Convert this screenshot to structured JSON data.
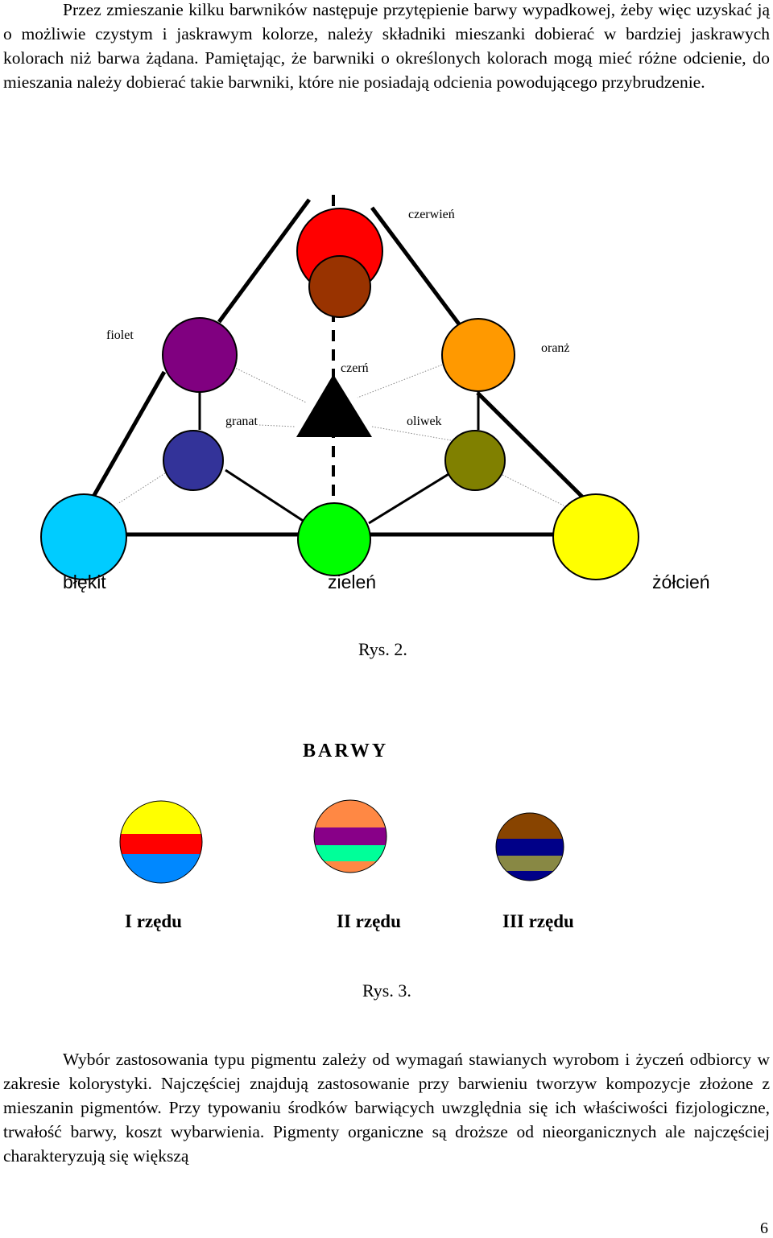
{
  "paragraph_top": "Przez zmieszanie kilku barwników następuje przytępienie barwy wypadkowej, żeby więc uzyskać ją o możliwie czystym i jaskrawym kolorze, należy składniki mieszanki dobierać w bardziej jaskrawych kolorach niż barwa żądana. Pamiętając, że barwniki o określonych kolorach mogą mieć różne odcienie, do mieszania należy dobierać takie barwniki, które nie posiadają odcienia powodującego przybrudzenie.",
  "figure2": {
    "labels": {
      "czerwien": "czerwień",
      "fiolet": "fiolet",
      "oranz": "oranż",
      "czern": "czerń",
      "granat": "granat",
      "oliwek": "oliwek",
      "blekit": "błękit",
      "zielen": "zieleń",
      "zolcien": "żółcień"
    },
    "colors": {
      "czerwien": "#ff0000",
      "braz": "#993300",
      "fiolet": "#800080",
      "oranz": "#ff9900",
      "granat": "#333399",
      "oliwek": "#808000",
      "blekit": "#00ccff",
      "zielen": "#00ff00",
      "zolcien": "#ffff00",
      "czern": "#000000"
    },
    "caption": "Rys. 2."
  },
  "figure3": {
    "title": "BARWY",
    "rows": [
      "I rzędu",
      "II rzędu",
      "III rzędu"
    ],
    "circle1_colors": [
      "#ffff00",
      "#ff0000",
      "#0088ff"
    ],
    "circle2_colors": [
      "#ff8844",
      "#880088",
      "#00ff99",
      "#ff8844"
    ],
    "circle3_colors": [
      "#884400",
      "#000088",
      "#888844",
      "#000088"
    ],
    "caption": "Rys. 3."
  },
  "paragraph_bottom": "Wybór zastosowania typu pigmentu zależy od wymagań stawianych wyrobom i życzeń odbiorcy w zakresie kolorystyki. Najczęściej znajdują zastosowanie przy barwieniu tworzyw kompozycje złożone z mieszanin pigmentów. Przy typowaniu środków barwiących uwzględnia się ich właściwości fizjologiczne, trwałość barwy, koszt wybarwienia. Pigmenty organiczne są droższe od nieorganicznych ale najczęściej charakteryzują się większą",
  "page_number": "6"
}
